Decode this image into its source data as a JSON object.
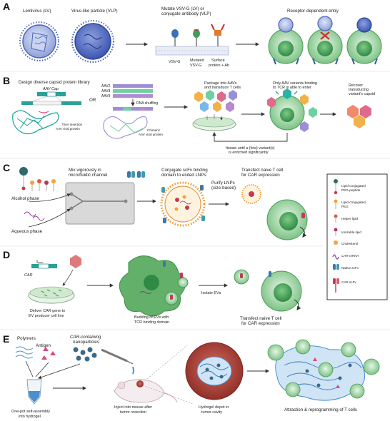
{
  "panels": {
    "a": "A",
    "b": "B",
    "c": "C",
    "d": "D",
    "e": "E"
  },
  "panel_a": {
    "lv": "Lentivirus (LV)",
    "vlp": "Virus-like particle (VLP)",
    "mutate_1": "Mutate VSV-G (LV) or",
    "mutate_2": "conjugate antibody (VLP)",
    "vsvg": "VSV-G",
    "mut_1": "Mutated",
    "mut_2": "VSV-G",
    "surf_1": "Surface",
    "surf_2": "protein + Ab",
    "entry": "Receptor-dependent entry"
  },
  "panel_b": {
    "design": "Design diverse capsid protein library",
    "aavcap": "AAV Cap",
    "or": "OR",
    "aav2": "AAV2",
    "aav8": "AAV8",
    "aav9": "AAV9",
    "shuffling": "DNA shuffling",
    "insertion_1": "7mer insertion",
    "insertion_2": "AAV viral protein",
    "chimeric_1": "Chimeric",
    "chimeric_2": "AAV viral protein",
    "package_1": "Package into AAVs",
    "package_2": "and transduce T cells",
    "only_1": "Only AAV variants binding",
    "only_2": "to TCR is able to enter",
    "recover_1": "Recover",
    "recover_2": "transducing",
    "recover_3": "variant's capsid",
    "iterate_1": "Iterate until a (few) variant(s)",
    "iterate_2": "is enriched significantly"
  },
  "panel_c": {
    "mix_1": "Mix vigorously in",
    "mix_2": "microfluidic channel",
    "alcohol": "Alcohol phase",
    "aqueous": "Aqueous phase",
    "conj_1": "Conjugate scFv binding",
    "conj_2": "domain to eluted LNPs",
    "purify_1": "Purify LNPs",
    "purify_2": "(size-based)",
    "transfect_1": "Transfect naive T cell",
    "transfect_2": "for CAR expression"
  },
  "legend": [
    {
      "label_1": "Lipid-conjugated",
      "label_2": "PEG-peptide"
    },
    {
      "label_1": "Lipid-conjugated",
      "label_2": "PEG"
    },
    {
      "label_1": "Helper lipid",
      "label_2": ""
    },
    {
      "label_1": "Ionizable lipid",
      "label_2": ""
    },
    {
      "label_1": "Cholesterol",
      "label_2": ""
    },
    {
      "label_1": "CAR mRNA",
      "label_2": ""
    },
    {
      "label_1": "Native scFv",
      "label_2": ""
    },
    {
      "label_1": "CAR scFv",
      "label_2": ""
    }
  ],
  "panel_d": {
    "car": "CAR",
    "deliver_1": "Deliver CAR gene to",
    "deliver_2": "EV producer cell line",
    "budding_1": "Budding of EVs with",
    "budding_2": "TCR binding domain",
    "isolate": "Isolate EVs",
    "transfect_1": "Transfect naive T cell",
    "transfect_2": "for CAR expression"
  },
  "panel_e": {
    "polymers": "Polymers",
    "antigen": "Antigen",
    "car_1": "CAR-containing",
    "car_2": "nanoparticles",
    "onepot_1": "One-pot self-assembly",
    "onepot_2": "into hydrogel",
    "inject_1": "Inject into mouse after",
    "inject_2": "tumor resection",
    "depot_1": "Hydrogel depot in",
    "depot_2": "tumor cavity",
    "attract": "Attraction & reprogramming of T cells"
  },
  "colors": {
    "virus_blue": "#4a63b8",
    "vlp_blue": "#3f5bb0",
    "cell_green": "#5fb06a",
    "cell_light": "#bfe3c2",
    "aav_teal": "#28b3a7",
    "lnp_orange": "#f0a33c",
    "tumor_red": "#b3403a",
    "hydrogel_blue": "#4a8fd0"
  }
}
